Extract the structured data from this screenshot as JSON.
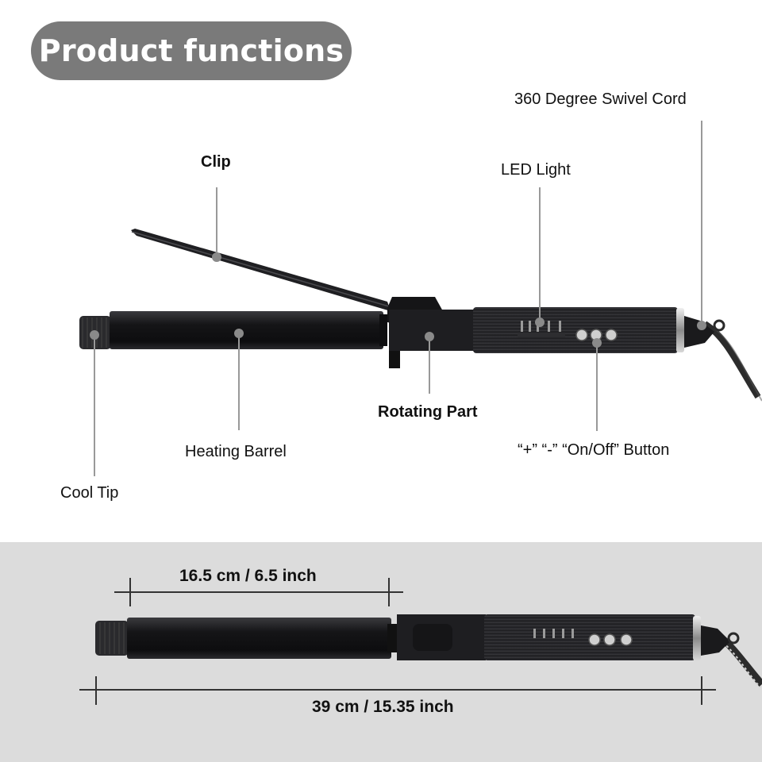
{
  "title": "Product functions",
  "labels": {
    "swivel_cord": "360 Degree Swivel Cord",
    "clip": "Clip",
    "led_light": "LED Light",
    "rotating_part": "Rotating Part",
    "buttons": "“+” “-” “On/Off” Button",
    "heating_barrel": "Heating Barrel",
    "cool_tip": "Cool Tip"
  },
  "dimensions": {
    "barrel_length": "16.5 cm / 6.5 inch",
    "total_length": "39 cm / 15.35 inch"
  },
  "colors": {
    "title_pill": "#7a7a7a",
    "bottom_panel": "#dcdcdc",
    "device_body": "#1b1b1d"
  }
}
